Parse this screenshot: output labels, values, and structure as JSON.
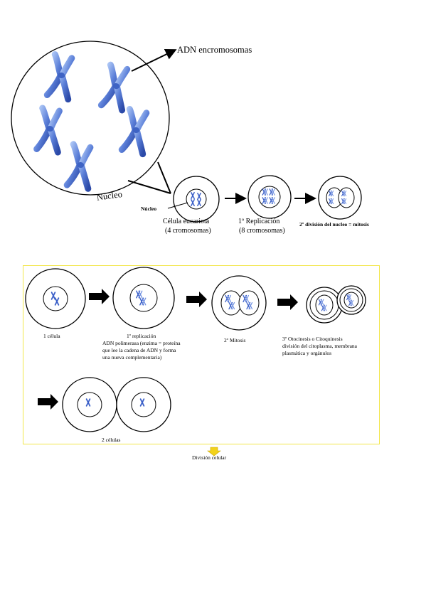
{
  "top": {
    "dna_label": "ADN encromosomas",
    "nucleus_label": "Núcleo",
    "nucleus_small_label": "Núcleo",
    "cell1_line1": "Célula eucariota",
    "cell1_line2": "(4 cromosomas)",
    "cell2_line1": "1º Replicación",
    "cell2_line2": "(8 cromosomas)",
    "cell3_label": "2º división del nucleo = mitosis"
  },
  "bottom": {
    "step1": "1 célula",
    "step2_title": "1º replicación",
    "step2_line1": "ADN polimerasa  (enzima = proteína",
    "step2_line2": "que lee la cadena de ADN y forma",
    "step2_line3": "una nueva complementaria)",
    "step3": "2º Mitosis",
    "step4_line1": "3º Otocinesis o Citoquinesis",
    "step4_line2": "división del citoplasma, membrana",
    "step4_line3": "plasmática y orgánulos",
    "step5": "2 células"
  },
  "caption": "División celular",
  "colors": {
    "chromosome_light": "#8fb0ee",
    "chromosome_dark": "#2f54b8",
    "box_border": "#f2e64a",
    "caption_icon": "#f2d21a"
  },
  "icons": {
    "caption_icon": "chevron-down-icon"
  }
}
